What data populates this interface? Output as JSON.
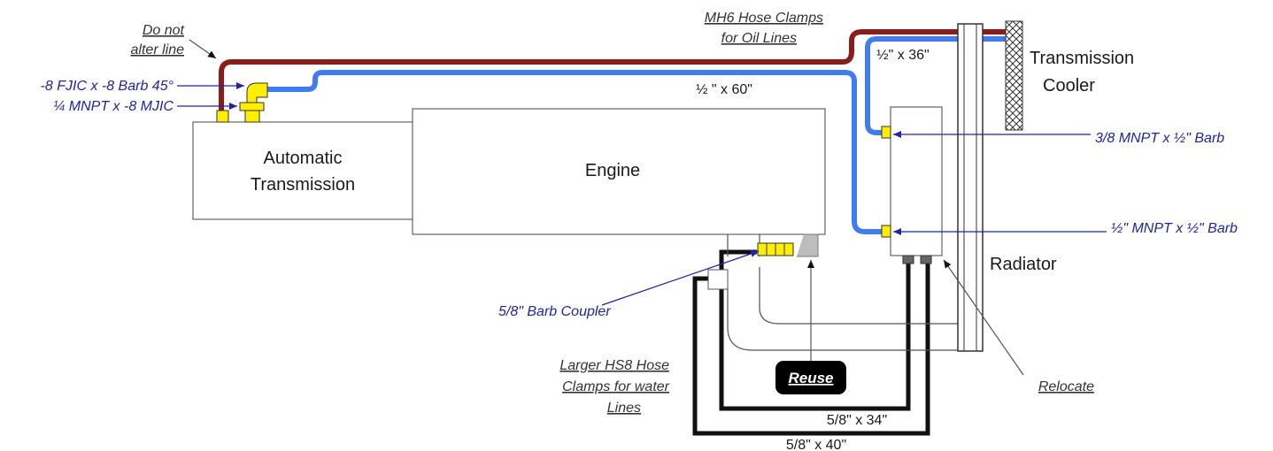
{
  "components": {
    "transmission": [
      "Automatic",
      "Transmission"
    ],
    "engine": "Engine",
    "cooler": [
      "Transmission",
      "Cooler"
    ],
    "radiator": "Radiator",
    "reuse": "Reuse"
  },
  "hoses": {
    "h_half_60": "½ \" x 60\"",
    "h_half_36": "½\" x 36\"",
    "h_58_34": "5/8\" x 34\"",
    "h_58_40": "5/8\" x 40\""
  },
  "fittings": {
    "f_fjic": "-8 FJIC x -8 Barb 45°",
    "f_mnpt": "¼ MNPT x -8 MJIC",
    "f_38": "3/8 MNPT x ½\" Barb",
    "f_12": "½\" MNPT x ½\" Barb",
    "f_coupler": "5/8\" Barb Coupler"
  },
  "notes": {
    "do_not": [
      "Do not",
      "alter line"
    ],
    "mh6": [
      "MH6 Hose Clamps",
      "for Oil Lines"
    ],
    "hs8": [
      "Larger HS8 Hose",
      "Clamps for water",
      "Lines"
    ],
    "relocate": "Relocate"
  },
  "colors": {
    "oil_line_dark_red": "#8b1c1c",
    "oil_line_blue": "#3f7cf4",
    "fitting_yellow": "#ffee00",
    "water_line": "#111111",
    "callout_blue": "#1f24a8"
  }
}
